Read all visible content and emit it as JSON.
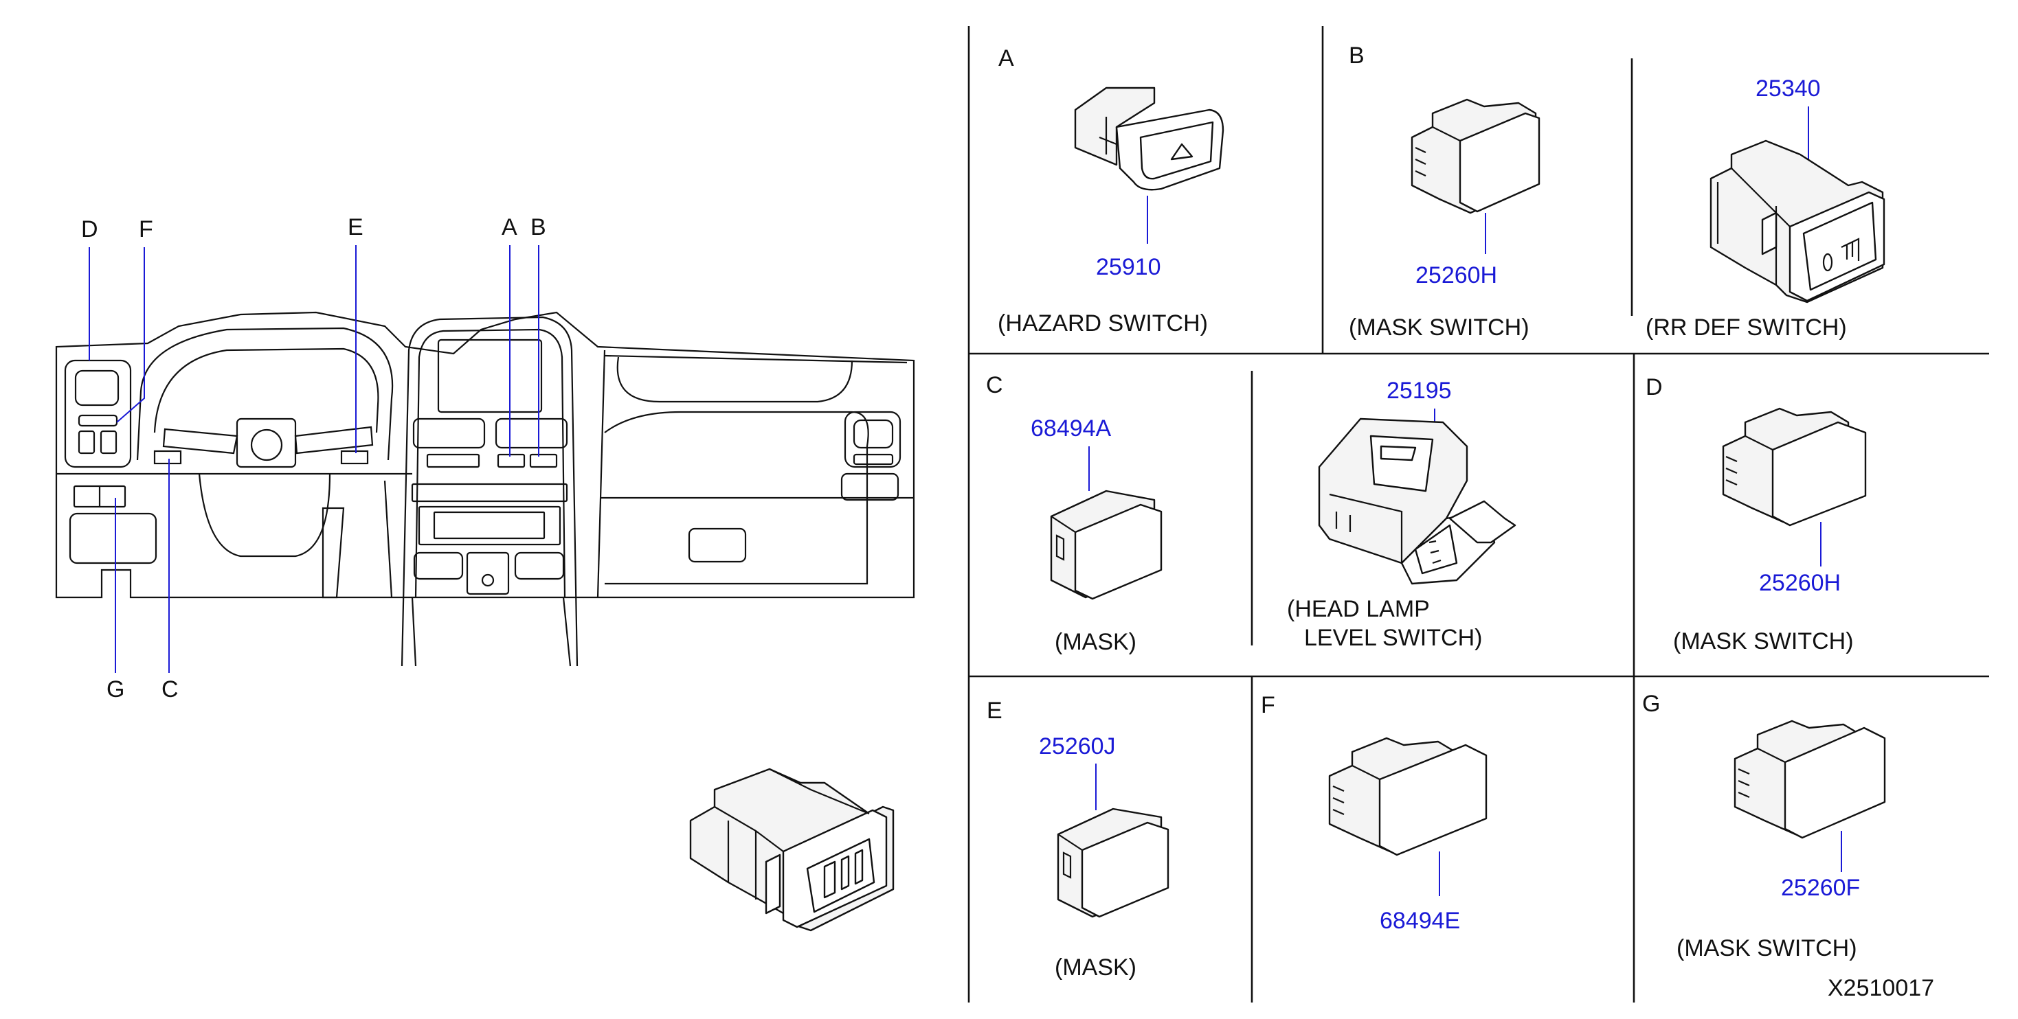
{
  "dashboard_callouts": [
    "D",
    "F",
    "E",
    "A",
    "B",
    "G",
    "C"
  ],
  "cells": [
    {
      "letter": "A",
      "part": "25910",
      "caption": "(HAZARD   SWITCH)"
    },
    {
      "letter": "B",
      "part": "25260H",
      "caption": "(MASK   SWITCH)"
    },
    {
      "letter": "",
      "part": "25340",
      "caption": "(RR   DEF   SWITCH)"
    },
    {
      "letter": "C",
      "part": "68494A",
      "caption": "(MASK)"
    },
    {
      "letter": "",
      "part": "25195",
      "caption": "(HEAD   LAMP",
      "caption2": "LEVEL   SWITCH)"
    },
    {
      "letter": "D",
      "part": "25260H",
      "caption": "(MASK   SWITCH)"
    },
    {
      "letter": "E",
      "part": "25260J",
      "caption": "(MASK)"
    },
    {
      "letter": "F",
      "part": "68494E",
      "caption": "",
      "caption2": ""
    },
    {
      "letter": "G",
      "part": "25260F",
      "caption": "(MASK   SWITCH)"
    }
  ],
  "figure_id": "X2510017",
  "colors": {
    "line": "#111111",
    "part_number": "#1a1ad6",
    "background": "#ffffff"
  }
}
